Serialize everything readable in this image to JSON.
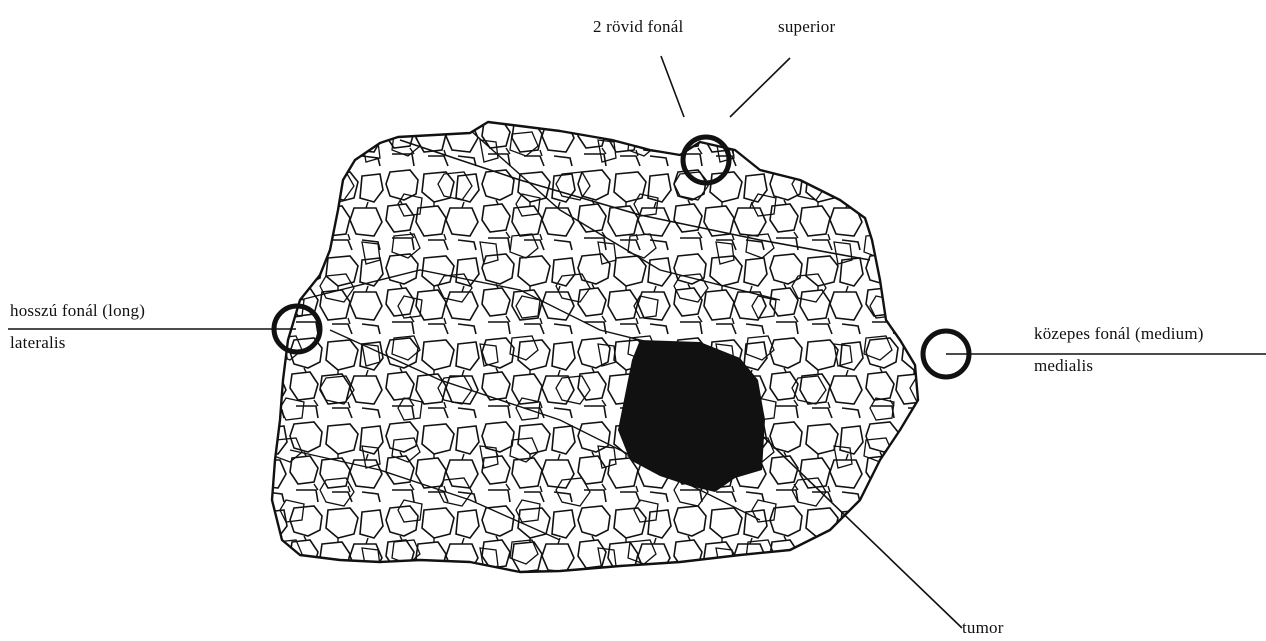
{
  "labels": {
    "short_threads": "2 rövid fonál",
    "superior": "superior",
    "long_thread": "hosszú fonál (long)",
    "lateralis": "lateralis",
    "medium_thread": "közepes fonál (medium)",
    "medialis": "medialis",
    "tumor": "tumor"
  },
  "colors": {
    "ink": "#111111",
    "background": "#ffffff"
  }
}
